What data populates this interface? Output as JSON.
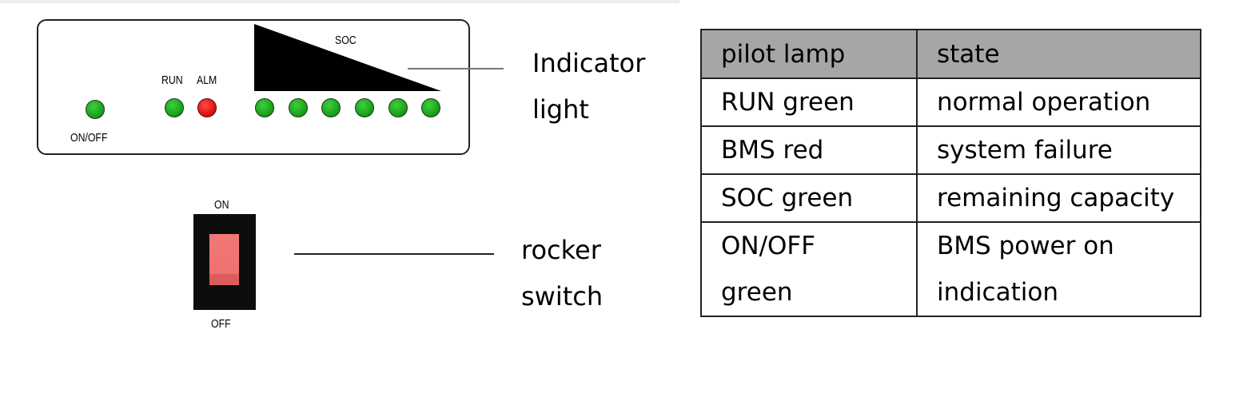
{
  "panel": {
    "labels": {
      "run": "RUN",
      "alm": "ALM",
      "on_off": "ON/OFF",
      "soc": "SOC"
    },
    "lamp_colors": {
      "green": "#1aa31a",
      "red": "#e01212"
    },
    "soc_lamp_count": 6
  },
  "switch": {
    "on_label": "ON",
    "off_label": "OFF",
    "rocker_color": "#ef7171"
  },
  "callouts": {
    "indicator": [
      "Indicator",
      "light"
    ],
    "rocker": [
      "rocker",
      "switch"
    ]
  },
  "table": {
    "headers": [
      "pilot lamp",
      "state"
    ],
    "header_color": "#a6a6a6",
    "rows": [
      {
        "lamp": [
          "RUN green"
        ],
        "state": [
          "normal operation"
        ]
      },
      {
        "lamp": [
          "BMS red"
        ],
        "state": [
          "system failure"
        ]
      },
      {
        "lamp": [
          "SOC green"
        ],
        "state": [
          "remaining capacity"
        ]
      },
      {
        "lamp": [
          "ON/OFF",
          "green"
        ],
        "state": [
          "BMS power on",
          "indication"
        ]
      }
    ]
  }
}
